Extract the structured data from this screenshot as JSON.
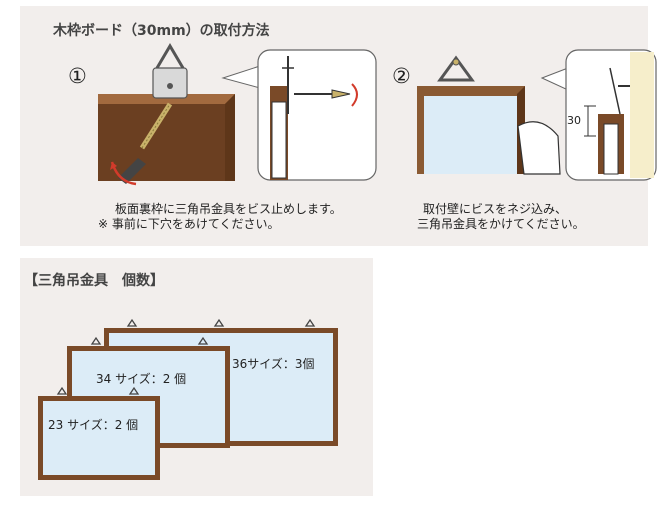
{
  "section1": {
    "title": "木枠ボード（30mm）の取付方法",
    "step1": {
      "number": "①",
      "caption_line1": "板面裏枠に三角吊金具をビス止めします。",
      "caption_line2": "※ 事前に下穴をあけてください。"
    },
    "step2": {
      "number": "②",
      "caption_line1": "取付壁にビスをネジ込み、",
      "caption_line2": "三角吊金具をかけてください。",
      "dimension_label": "30"
    }
  },
  "section2": {
    "title": "【三角吊金具　個数】",
    "boards": [
      {
        "label": "36サイズ：3個",
        "hangers": 3
      },
      {
        "label": "34 サイズ：2 個",
        "hangers": 2
      },
      {
        "label": "23 サイズ：2 個",
        "hangers": 2
      }
    ]
  },
  "colors": {
    "panel_bg": "#f2eeec",
    "frame_wood": "#7a4a28",
    "board_face": "#dcecf7",
    "accent_red": "#d23b2b",
    "wall_cream": "#f6eecb"
  }
}
